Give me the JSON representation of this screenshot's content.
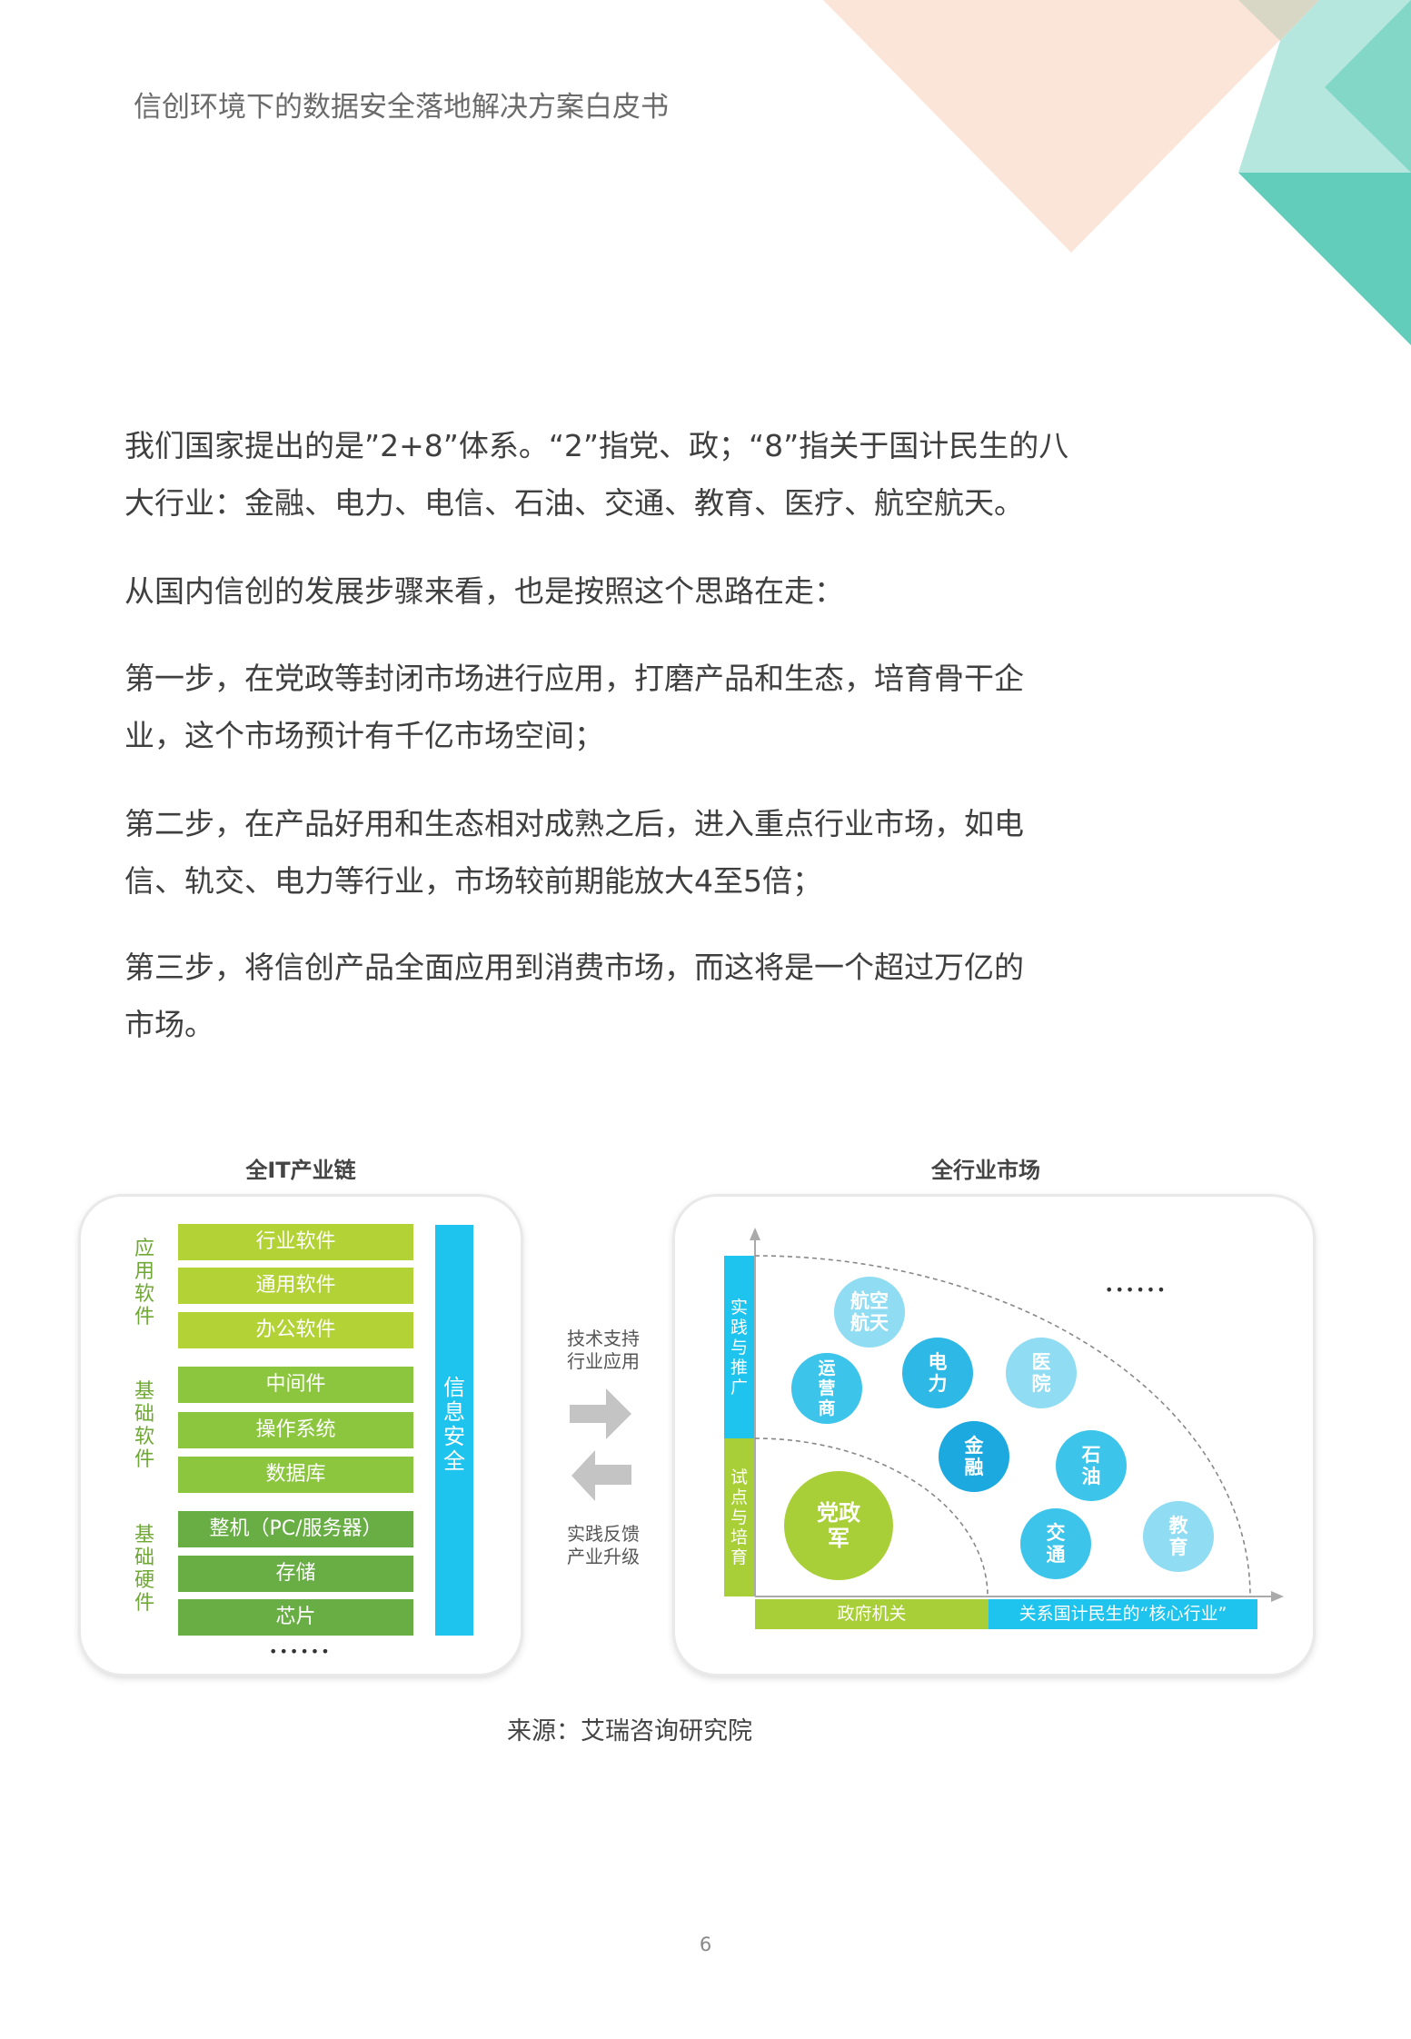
{
  "header": {
    "doc_title": "信创环境下的数据安全落地解决方案白皮书"
  },
  "decor": {
    "peach": "#fae5d8",
    "mint_light": "#b5e7df",
    "mint_mid": "#82d7c7",
    "teal": "#62cdbb",
    "grey_overlap": "#d8d7c6"
  },
  "body": {
    "paragraphs": [
      {
        "lines": [
          "我们国家提出的是”2+8”体系。“2”指党、政；“8”指关于国计民生的八",
          "大行业：金融、电力、电信、石油、交通、教育、医疗、航空航天。"
        ]
      },
      {
        "lines": [
          "从国内信创的发展步骤来看，也是按照这个思路在走："
        ]
      },
      {
        "lines": [
          "第一步，在党政等封闭市场进行应用，打磨产品和生态，培育骨干企",
          "业，这个市场预计有千亿市场空间；"
        ]
      },
      {
        "lines": [
          "第二步，在产品好用和生态相对成熟之后，进入重点行业市场，如电",
          "信、轨交、电力等行业，市场较前期能放大4至5倍；"
        ]
      },
      {
        "lines": [
          "第三步，将信创产品全面应用到消费市场，而这将是一个超过万亿的",
          "市场。"
        ]
      }
    ]
  },
  "figure": {
    "left_panel": {
      "title": "全IT产业链",
      "groups": [
        {
          "label": "应用软件",
          "color": "#6fa834",
          "bar_color": "#b2d235",
          "items": [
            "行业软件",
            "通用软件",
            "办公软件"
          ]
        },
        {
          "label": "基础软件",
          "color": "#6fa834",
          "bar_color": "#8cc63f",
          "items": [
            "中间件",
            "操作系统",
            "数据库"
          ]
        },
        {
          "label": "基础硬件",
          "color": "#6fa834",
          "bar_color": "#69ad45",
          "items": [
            "整机（PC/服务器）",
            "存储",
            "芯片"
          ]
        }
      ],
      "side_bar": {
        "label": "信息安全",
        "color": "#1ec4ee"
      },
      "ellipsis": "••••••"
    },
    "middle": {
      "top_text": [
        "技术支持",
        "行业应用"
      ],
      "bottom_text": [
        "实践反馈",
        "产业升级"
      ],
      "arrow_color": "#c4c4c4"
    },
    "right_panel": {
      "title": "全行业市场",
      "y_axis_labels": [
        {
          "text": "实践与推广",
          "color": "#1ec4ee"
        },
        {
          "text": "试点与培育",
          "color": "#a9cf38"
        }
      ],
      "x_axis_labels": [
        {
          "text": "政府机关",
          "color": "#a9cf38"
        },
        {
          "text": "关系国计民生的“核心行业”",
          "color": "#1ec4ee"
        }
      ],
      "circles": [
        {
          "label": [
            "航空",
            "航天"
          ],
          "color": "#8fdcf3"
        },
        {
          "label": [
            "运",
            "营",
            "商"
          ],
          "color": "#3cc4ea"
        },
        {
          "label": [
            "电",
            "力"
          ],
          "color": "#2db8e6"
        },
        {
          "label": [
            "医",
            "院"
          ],
          "color": "#8fdcf3"
        },
        {
          "label": [
            "金",
            "融"
          ],
          "color": "#1ba9e0"
        },
        {
          "label": [
            "石",
            "油"
          ],
          "color": "#3cc4ea"
        },
        {
          "label": [
            "党政",
            "军"
          ],
          "color": "#a9cf38"
        },
        {
          "label": [
            "交",
            "通"
          ],
          "color": "#3cc4ea"
        },
        {
          "label": [
            "教",
            "育"
          ],
          "color": "#8fdcf3"
        }
      ],
      "ellipsis": "••••••"
    },
    "caption": "来源：艾瑞咨询研究院"
  },
  "footer": {
    "page_number": "6"
  }
}
